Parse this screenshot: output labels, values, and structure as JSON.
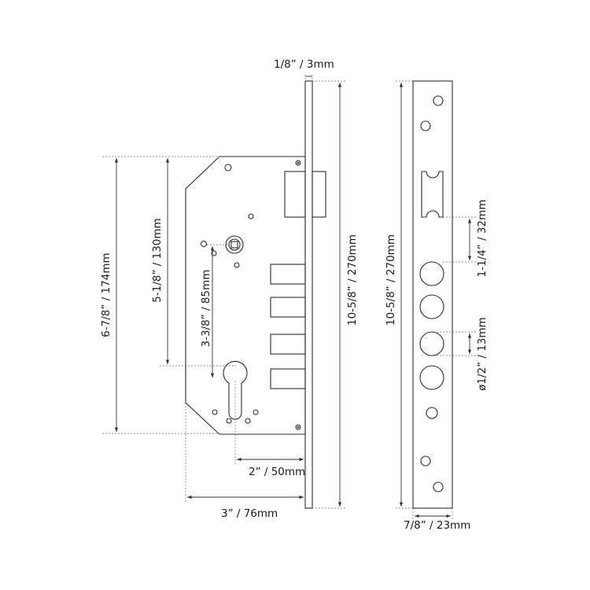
{
  "dimensions": {
    "faceplate_thickness": "1/8”  / 3mm",
    "case_height": "6-7/8” / 174mm",
    "follower_to_cylinder": "5-1/8” / 130mm",
    "handle_to_cylinder": "3-3/8” / 85mm",
    "faceplate_length": "10-5/8” / 270mm",
    "faceplate_length_front": "10-5/8” / 270mm",
    "backset": "2” / 50mm",
    "case_depth": "3” / 76mm",
    "hole_spacing": "1-1/4” / 32mm",
    "hole_diameter": "ø1/2” / 13mm",
    "faceplate_width": "7/8” / 23mm"
  }
}
